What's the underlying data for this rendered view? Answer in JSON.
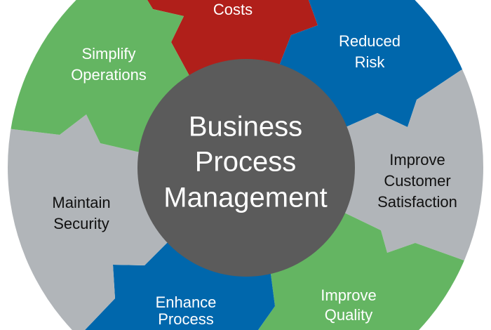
{
  "diagram": {
    "center": {
      "lines": [
        "Business",
        "Process",
        "Management"
      ],
      "color": "#5b5b5b"
    },
    "segments": [
      {
        "id": "costs",
        "lines": [
          "Costs"
        ],
        "color": "#b01f1a",
        "text_color": "#ffffff"
      },
      {
        "id": "reduced-risk",
        "lines": [
          "Reduced",
          "Risk"
        ],
        "color": "#0067ac",
        "text_color": "#ffffff"
      },
      {
        "id": "improve-customer-satisfaction",
        "lines": [
          "Improve",
          "Customer",
          "Satisfaction"
        ],
        "color": "#b1b5b9",
        "text_color": "#111111"
      },
      {
        "id": "improve-quality",
        "lines": [
          "Improve",
          "Quality"
        ],
        "color": "#64b562",
        "text_color": "#ffffff"
      },
      {
        "id": "enhance-process",
        "lines": [
          "Enhance",
          "Process"
        ],
        "color": "#0067ac",
        "text_color": "#ffffff"
      },
      {
        "id": "maintain-security",
        "lines": [
          "Maintain",
          "Security"
        ],
        "color": "#b1b5b9",
        "text_color": "#111111"
      },
      {
        "id": "simplify-operations",
        "lines": [
          "Simplify",
          "Operations"
        ],
        "color": "#64b562",
        "text_color": "#ffffff"
      }
    ]
  }
}
